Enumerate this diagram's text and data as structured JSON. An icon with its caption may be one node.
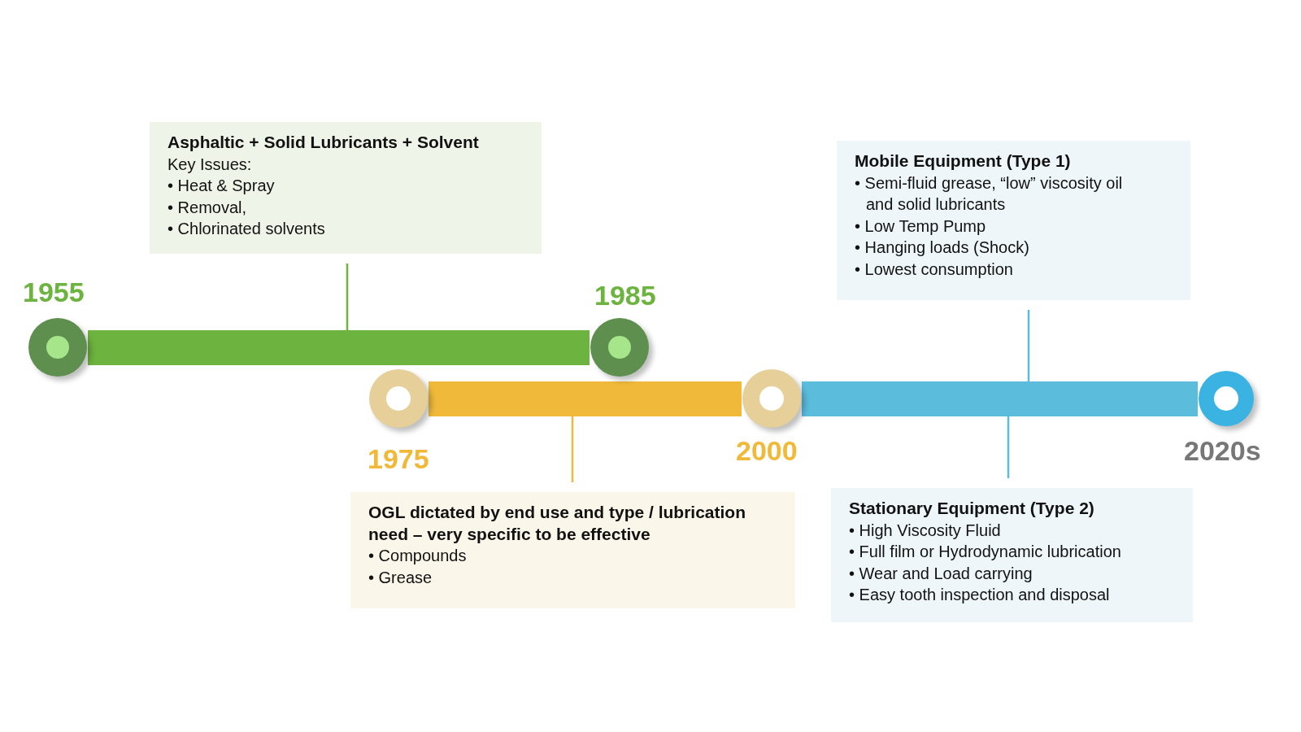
{
  "diagram": {
    "nodes": [
      {
        "text": [
          "Asphaltic + Solid Lubricants + Solvent",
          "Key Issues:",
          "• Heat & Spray",
          "• Removal,",
          "• Chlorinated solvents"
        ]
      },
      {
        "text": [
          "OGL dictated by end use and type / lubrication need – very specific to be effective",
          "• Compounds",
          "• Grease"
        ]
      },
      {
        "text": [
          "Mobile Equipment (Type 1)",
          "• Semi-fluid grease, “low” viscosity oil and solid lubricants",
          "• Low Temp Pump",
          "• Hanging loads (Shock)",
          "• Lowest consumption"
        ]
      },
      {
        "text": [
          "Stationary Equipment (Type 2)",
          "• High Viscosity Fluid",
          "• Full film or Hydrodynamic lubrication",
          "• Wear and Load carrying",
          "• Easy tooth inspection and disposal"
        ]
      },
      {
        "text": [],
        "shape": "bar"
      },
      {
        "text": [],
        "shape": "bar"
      },
      {
        "text": [],
        "shape": "bar"
      }
    ],
    "edges": [
      {
        "from": 0,
        "to": 4,
        "arrow": "none",
        "color": "#6db33f"
      },
      {
        "from": 1,
        "to": 5,
        "arrow": "none",
        "color": "#f0b93a"
      },
      {
        "from": 2,
        "to": 6,
        "arrow": "none",
        "color": "#5bbcdc"
      },
      {
        "from": 3,
        "to": 6,
        "arrow": "none",
        "color": "#5bbcdc"
      }
    ],
    "labels": [
      "1955",
      "1985",
      "1975",
      "2000",
      "2020s"
    ]
  }
}
